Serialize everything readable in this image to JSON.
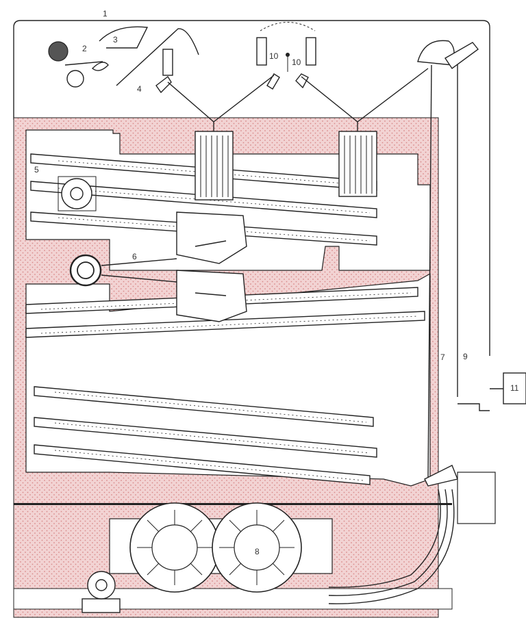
{
  "colors": {
    "insulation": "#f2d3d3",
    "dots": "#d98a8a",
    "line": "#222222",
    "background": "#ffffff"
  },
  "labels": {
    "l1": "1",
    "l2": "2",
    "l3": "3",
    "l4": "4",
    "l5": "5",
    "l6": "6",
    "l7": "7",
    "l8": "8",
    "l9": "9",
    "l10a": "10",
    "l10b": "10",
    "l11": "11"
  }
}
